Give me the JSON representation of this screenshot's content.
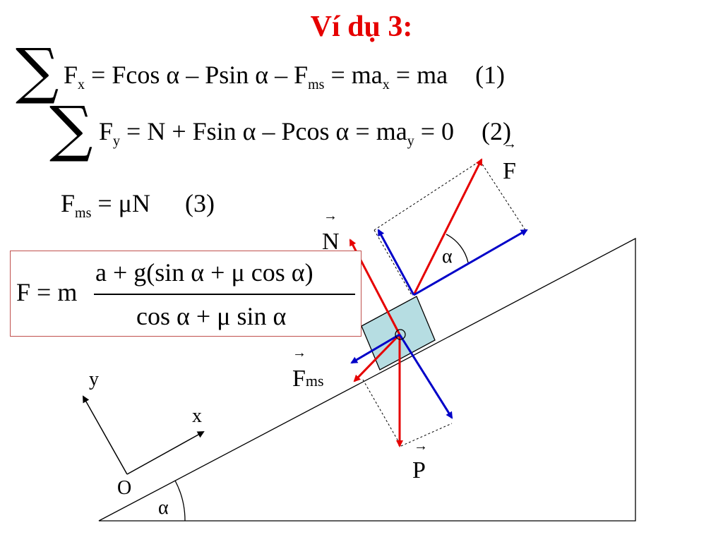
{
  "title": "Ví dụ 3:",
  "equations": {
    "eq1": {
      "sigma": "∑",
      "lhs_var": "F",
      "lhs_sub": "x",
      "body": "= Fcos α – Psin α – F",
      "fms_sub": "ms",
      "body2": "= ma",
      "ax_sub": "x",
      "rhs": "= ma",
      "number": "(1)"
    },
    "eq2": {
      "sigma": "∑",
      "lhs_var": "F",
      "lhs_sub": "y",
      "body": "= N + Fsin α – Pcos α = ma",
      "ay_sub": "y",
      "rhs": "= 0",
      "number": "(2)"
    },
    "eq3": {
      "lhs_var": "F",
      "lhs_sub": "ms",
      "body": "= μN",
      "number": "(3)"
    },
    "result": {
      "lhs": "F = m",
      "numerator": "a + g(sin α + μ cos α)",
      "denominator": "cos α + μ sin α"
    }
  },
  "diagram": {
    "labels": {
      "F": "F",
      "N": "N",
      "F_ms": "F",
      "F_ms_sub": "ms",
      "P": "P",
      "alpha_top": "α",
      "alpha_bottom": "α",
      "axis_y": "y",
      "axis_x": "x",
      "origin": "O",
      "vec_arrow": "→"
    },
    "colors": {
      "red_vector": "#e60000",
      "blue_vector": "#0000c8",
      "block_fill": "#b6dde2",
      "result_border": "#c0504d"
    }
  }
}
